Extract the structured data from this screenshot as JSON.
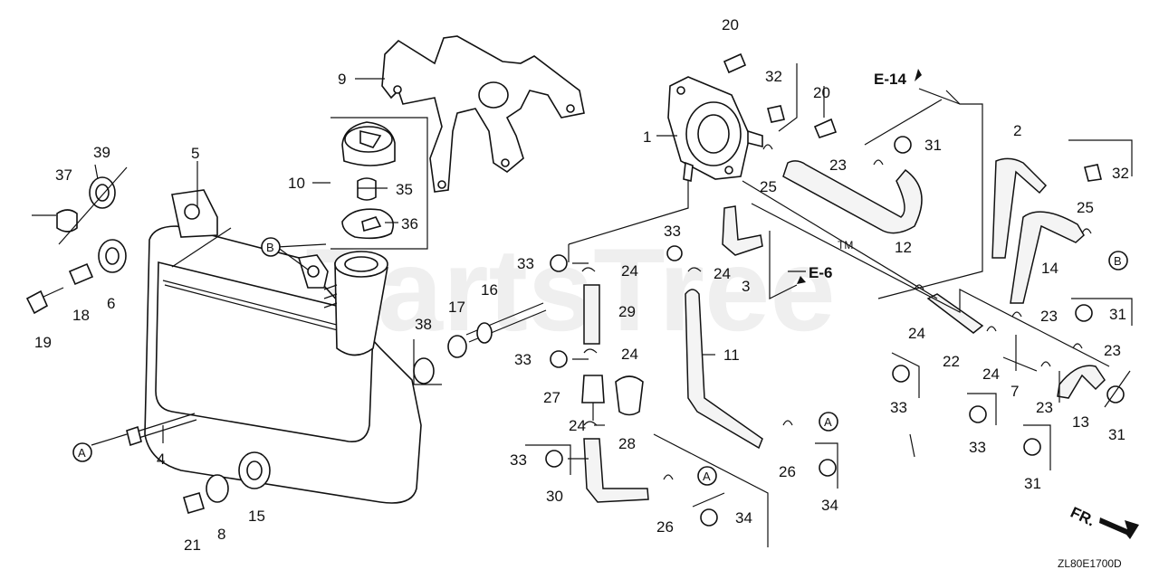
{
  "watermark": "PartsTree",
  "trademark": "TM",
  "diagram_code": "ZL80E1700D",
  "direction_label": "FR.",
  "section_refs": {
    "e14": "E-14",
    "e6": "E-6"
  },
  "circle_refs": {
    "a": "A",
    "b": "B"
  },
  "parts": {
    "p1": "1",
    "p2": "2",
    "p3": "3",
    "p4": "4",
    "p5": "5",
    "p6": "6",
    "p7": "7",
    "p8": "8",
    "p9": "9",
    "p10": "10",
    "p11": "11",
    "p12": "12",
    "p13": "13",
    "p14": "14",
    "p15": "15",
    "p16": "16",
    "p17": "17",
    "p18": "18",
    "p19": "19",
    "p20": "20",
    "p21": "21",
    "p22": "22",
    "p23": "23",
    "p24": "24",
    "p25": "25",
    "p26": "26",
    "p27": "27",
    "p28": "28",
    "p29": "29",
    "p30": "30",
    "p31": "31",
    "p32": "32",
    "p33": "33",
    "p34": "34",
    "p35": "35",
    "p36": "36",
    "p37": "37",
    "p38": "38",
    "p39": "39"
  }
}
